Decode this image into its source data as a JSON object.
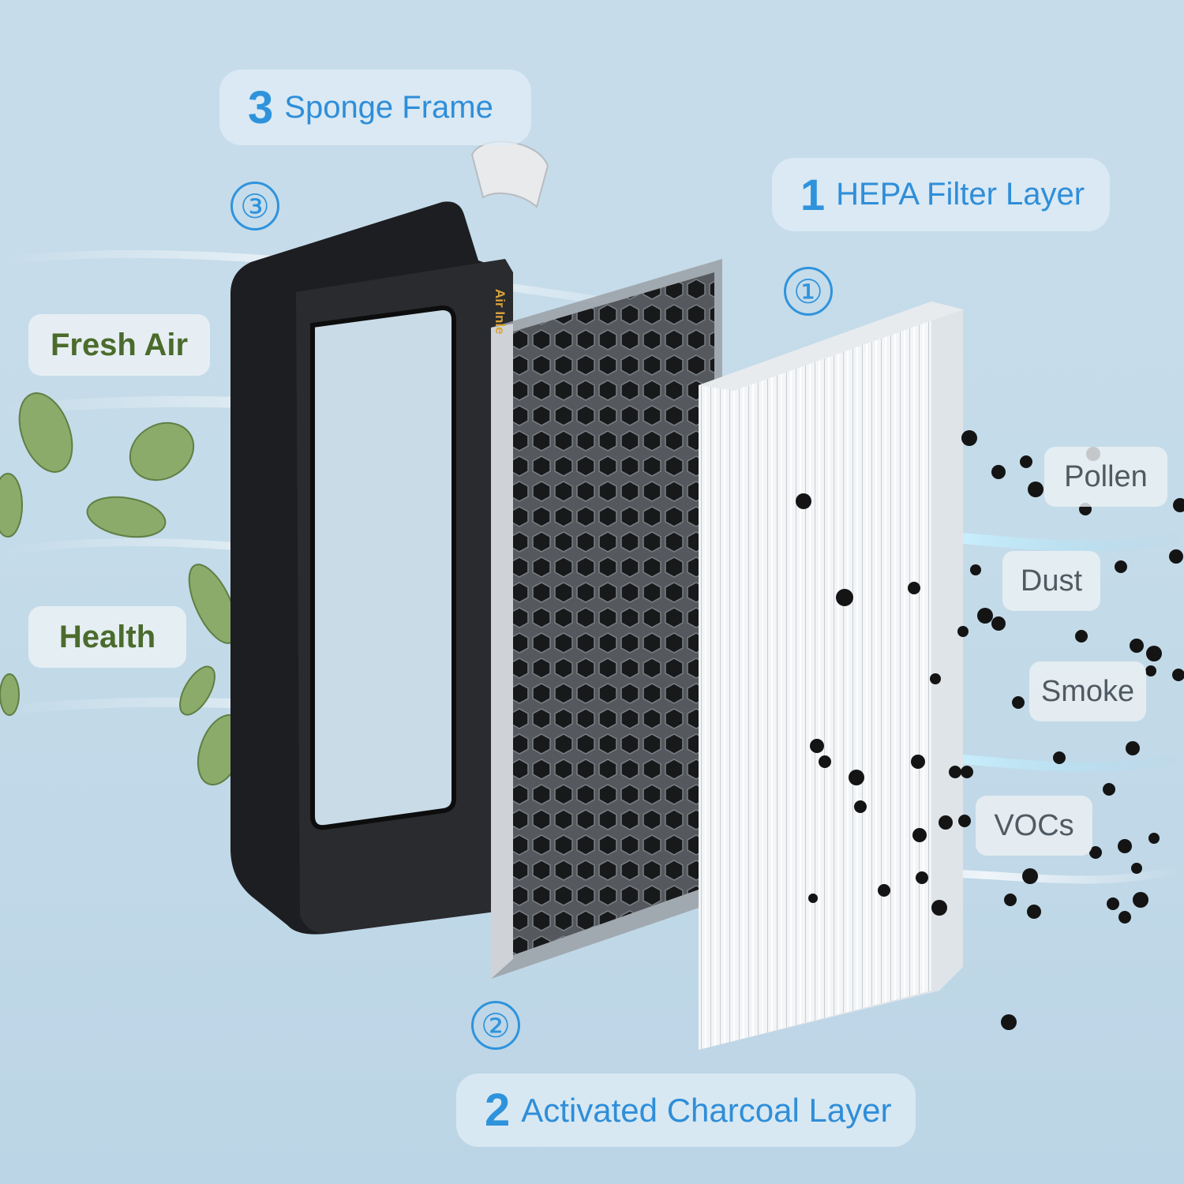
{
  "labels": {
    "sponge": {
      "number": "3",
      "text": "Sponge Frame"
    },
    "hepa": {
      "number": "1",
      "text": "HEPA Filter Layer"
    },
    "charcoal": {
      "number": "2",
      "text": "Activated Charcoal Layer"
    }
  },
  "circled": {
    "sponge": "③",
    "hepa": "①",
    "charcoal": "②"
  },
  "benefits": {
    "fresh_air": "Fresh Air",
    "health": "Health"
  },
  "pollutants": {
    "pollen": "Pollen",
    "dust": "Dust",
    "smoke": "Smoke",
    "vocs": "VOCs"
  },
  "frame_print": "Air Inle",
  "colors": {
    "accent_blue": "#2f93dc",
    "benefit_green": "#4b6b2c",
    "frame_black": "#1d1e21",
    "hepa_white": "#f4f6f8",
    "leaf_green": "#8bab6a",
    "particle": "#141414"
  }
}
